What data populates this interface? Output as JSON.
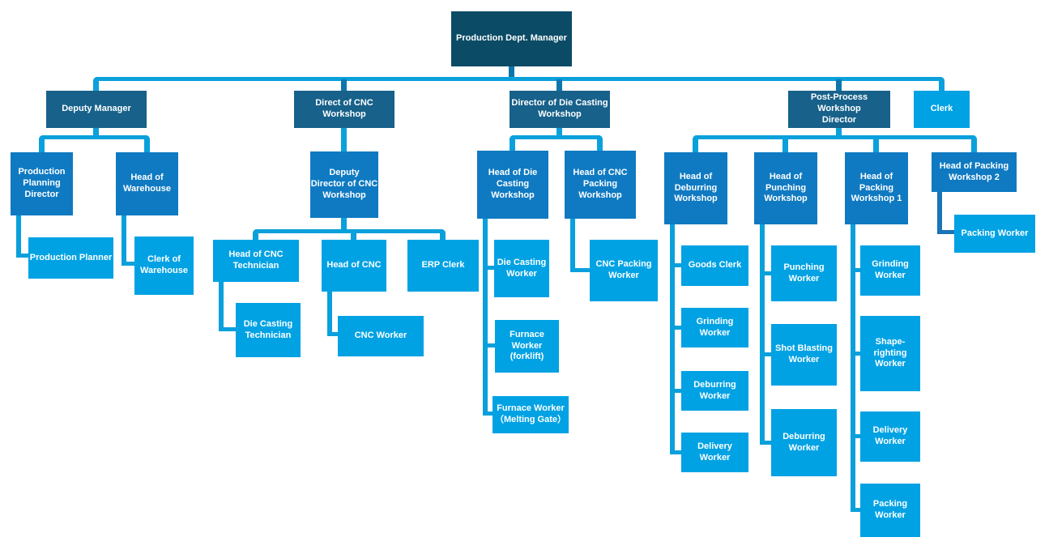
{
  "diagram": {
    "type": "org-chart",
    "root_label": "Production Dept. Manager"
  },
  "colors": {
    "level1_fill": "#0b4b66",
    "level2_fill": "#17618a",
    "level3_fill": "#0f7ac2",
    "level4_fill": "#00a2e4",
    "connector": "#0aa0dc",
    "trunk_connector": "#0a8fca",
    "dark_connector": "#1a74b8",
    "text": "#ffffff",
    "background": "#ffffff"
  },
  "nodes": {
    "production_dept_manager": "Production Dept. Manager",
    "deputy_manager": "Deputy Manager",
    "direct_of_cnc_workshop": "Direct of CNC\nWorkshop",
    "director_of_die_casting_workshop": "Director of Die Casting\nWorkshop",
    "post_process_workshop_director": "Post-Process Workshop\nDirector",
    "clerk": "Clerk",
    "production_planning_director": "Production\nPlanning\nDirector",
    "head_of_warehouse": "Head of\nWarehouse",
    "production_planner": "Production Planner",
    "clerk_of_warehouse": "Clerk of\nWarehouse",
    "deputy_director_of_cnc_workshop": "Deputy\nDirector of CNC\nWorkshop",
    "head_of_cnc_technician": "Head of CNC\nTechnician",
    "head_of_cnc": "Head of CNC",
    "erp_clerk": "ERP Clerk",
    "die_casting_technician": "Die Casting\nTechnician",
    "cnc_worker": "CNC Worker",
    "head_of_die_casting_workshop": "Head of Die\nCasting\nWorkshop",
    "head_of_cnc_packing_workshop": "Head of CNC\nPacking\nWorkshop",
    "die_casting_worker": "Die Casting\nWorker",
    "furnace_worker_forklift": "Furnace\nWorker\n(forklift)",
    "furnace_worker_melting_gate": "Furnace Worker\n（Melting Gate）",
    "cnc_packing_worker": "CNC Packing\nWorker",
    "head_of_deburring_workshop": "Head of\nDeburring\nWorkshop",
    "goods_clerk": "Goods Clerk",
    "grinding_worker_deburring": "Grinding\nWorker",
    "deburring_worker_deburring": "Deburring\nWorker",
    "delivery_worker_deburring": "Delivery\nWorker",
    "head_of_punching_workshop": "Head of\nPunching\nWorkshop",
    "punching_worker": "Punching\nWorker",
    "shot_blasting_worker": "Shot Blasting\nWorker",
    "deburring_worker_punching": "Deburring\nWorker",
    "head_of_packing_workshop_1": "Head of\nPacking\nWorkshop 1",
    "grinding_worker_packing1": "Grinding\nWorker",
    "shape_righting_worker": "Shape-\nrighting\nWorker",
    "delivery_worker_packing1": "Delivery\nWorker",
    "packing_worker_packing1": "Packing\nWorker",
    "head_of_packing_workshop_2": "Head of Packing\nWorkshop 2",
    "packing_worker_packing2": "Packing Worker"
  },
  "hierarchy": {
    "production_dept_manager": {
      "deputy_manager": {
        "production_planning_director": {
          "production_planner": {}
        },
        "head_of_warehouse": {
          "clerk_of_warehouse": {}
        }
      },
      "direct_of_cnc_workshop": {
        "deputy_director_of_cnc_workshop": {
          "head_of_cnc_technician": {
            "die_casting_technician": {}
          },
          "head_of_cnc": {
            "cnc_worker": {}
          },
          "erp_clerk": {}
        }
      },
      "director_of_die_casting_workshop": {
        "head_of_die_casting_workshop": {
          "die_casting_worker": {},
          "furnace_worker_forklift": {},
          "furnace_worker_melting_gate": {}
        },
        "head_of_cnc_packing_workshop": {
          "cnc_packing_worker": {}
        }
      },
      "post_process_workshop_director": {
        "head_of_deburring_workshop": {
          "goods_clerk": {},
          "grinding_worker_deburring": {},
          "deburring_worker_deburring": {},
          "delivery_worker_deburring": {}
        },
        "head_of_punching_workshop": {
          "punching_worker": {},
          "shot_blasting_worker": {},
          "deburring_worker_punching": {}
        },
        "head_of_packing_workshop_1": {
          "grinding_worker_packing1": {},
          "shape_righting_worker": {},
          "delivery_worker_packing1": {},
          "packing_worker_packing1": {}
        },
        "head_of_packing_workshop_2": {
          "packing_worker_packing2": {}
        }
      },
      "clerk": {}
    }
  }
}
